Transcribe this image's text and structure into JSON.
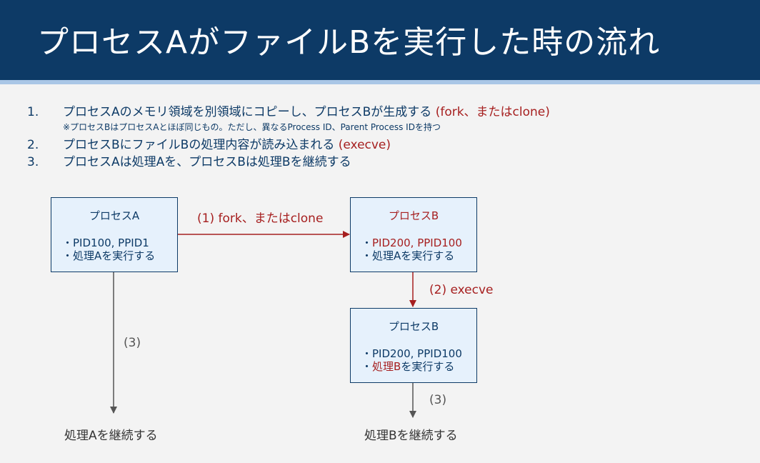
{
  "title": "プロセスAがファイルBを実行した時の流れ",
  "steps": [
    {
      "num": "1.",
      "text": "プロセスAのメモリ領域を別領域にコピーし、プロセスBが生成する",
      "cmd": "(fork、またはclone)"
    },
    {
      "num": "2.",
      "text": "プロセスBにファイルBの処理内容が読み込まれる",
      "cmd": "(execve)"
    },
    {
      "num": "3.",
      "text": "プロセスAは処理Aを、プロセスBは処理Bを継続する",
      "cmd": ""
    }
  ],
  "note": "※プロセスBはプロセスAとほぼ同じもの。ただし、異なるProcess ID、Parent Process IDを持つ",
  "diagram": {
    "box_a": {
      "title": "プロセスA",
      "line1": "・PID100, PPID1",
      "line2": "・処理Aを実行する"
    },
    "box_b1": {
      "title": "プロセスB",
      "bullet": "・",
      "line1": "PID200, PPID100",
      "line2": "・処理Aを実行する"
    },
    "box_b2": {
      "title": "プロセスB",
      "line1": "・PID200, PPID100",
      "bullet": "・",
      "line2_red": "処理B",
      "line2_rest": "を実行する"
    },
    "arrow1_label": "(1) fork、またはclone",
    "arrow2_label": "(2) execve",
    "arrow3_label_left": "(3)",
    "arrow3_label_right": "(3)",
    "result_a": "処理Aを継続する",
    "result_b": "処理Bを継続する"
  },
  "colors": {
    "header": "#0d3a66",
    "accent_red": "#a61f1f",
    "box_fill": "#e6f1fc"
  }
}
